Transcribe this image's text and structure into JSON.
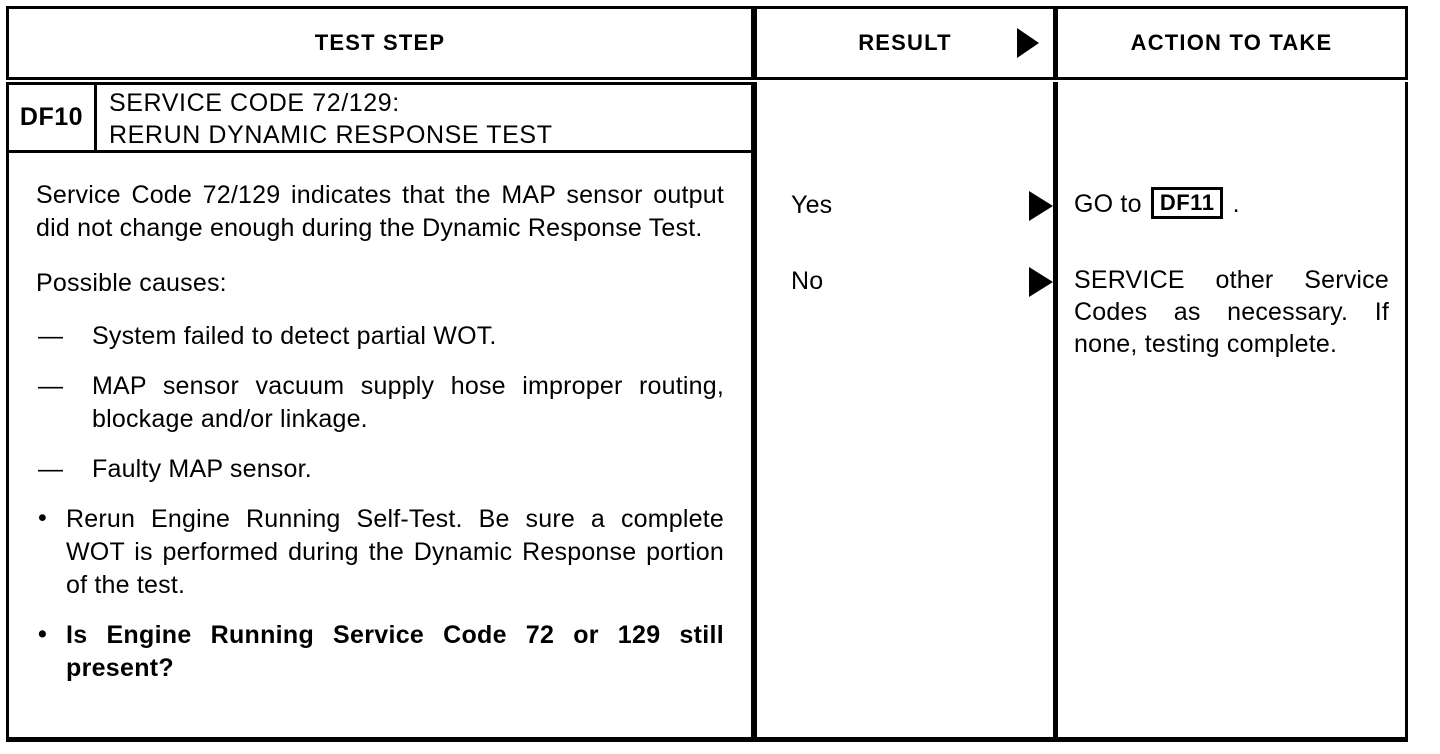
{
  "document": {
    "type": "diagnostic-pinpoint-test-table"
  },
  "header": {
    "test_step_label": "TEST STEP",
    "result_label": "RESULT",
    "action_label": "ACTION TO TAKE",
    "result_arrow_icon": "right-triangle-icon"
  },
  "test_step": {
    "step_id": "DF10",
    "title": "SERVICE CODE 72/129:\nRERUN DYNAMIC RESPONSE TEST",
    "paragraphs": [
      "Service Code 72/129 indicates that the MAP sensor output did not change enough during the Dynamic Response Test.",
      "Possible causes:"
    ],
    "dash_items": [
      "System failed to detect partial WOT.",
      "MAP sensor vacuum supply hose improper routing, blockage and/or linkage.",
      "Faulty MAP sensor."
    ],
    "bullet_items": [
      {
        "text": "Rerun Engine Running Self-Test. Be sure a complete WOT is performed during the Dynamic Response portion of the test.",
        "bold": false,
        "marker": "•"
      },
      {
        "text": "Is Engine Running Service Code 72 or 129 still present?",
        "bold": true,
        "marker": "•"
      }
    ],
    "dash_marker": "—"
  },
  "results": [
    {
      "label": "Yes",
      "arrow_icon": "right-triangle-icon"
    },
    {
      "label": "No",
      "arrow_icon": "right-triangle-icon"
    }
  ],
  "actions": [
    {
      "prefix": "GO to ",
      "code": "DF11",
      "suffix": " ."
    },
    {
      "text": "SERVICE other Service Codes as necessary. If none, testing complete."
    }
  ],
  "colors": {
    "ink": "#000000",
    "paper": "#ffffff"
  }
}
